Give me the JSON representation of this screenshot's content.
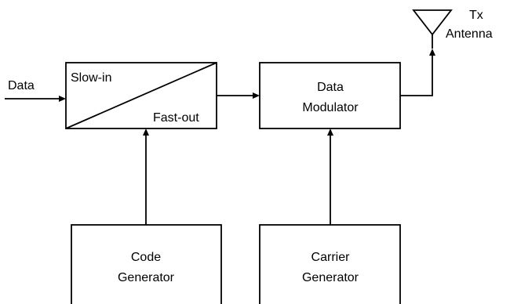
{
  "input_label": "Data",
  "buffer": {
    "top_label": "Slow-in",
    "bottom_label": "Fast-out"
  },
  "modulator": {
    "line1": "Data",
    "line2": "Modulator"
  },
  "code_generator": {
    "line1": "Code",
    "line2": "Generator"
  },
  "carrier_generator": {
    "line1": "Carrier",
    "line2": "Generator"
  },
  "antenna": {
    "line1": "Tx",
    "line2": "Antenna"
  }
}
